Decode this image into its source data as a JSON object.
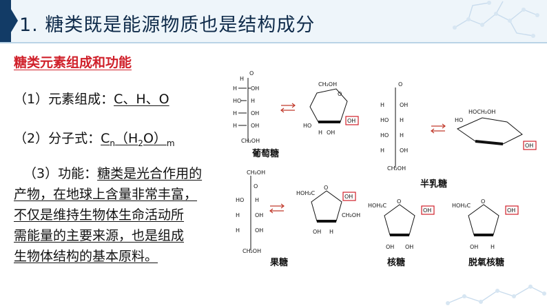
{
  "header": {
    "title": "1.  糖类既是能源物质也是结构成分"
  },
  "section": {
    "heading": "糖类元素组成和功能"
  },
  "items": {
    "elements": {
      "label": "（1）元素组成：",
      "value": "C、H、O"
    },
    "formula": {
      "label": "（2）分子式：",
      "c": "C",
      "n": "n",
      "paren_open": "（",
      "h": "H",
      "two": "2",
      "o": "O",
      "paren_close": "）",
      "m": "m"
    },
    "function": {
      "label": "（3）功能：",
      "lines": [
        "糖类是光合作用的",
        "产物，在地球上含量非常丰富，",
        "不仅是维持生物体生命活动所",
        "需能量的主要来源，也是组成",
        "生物体结构的基本原料。"
      ]
    }
  },
  "diagrams": {
    "glucose": "葡萄糖",
    "galactose": "半乳糖",
    "fructose": "果糖",
    "ribose": "核糖",
    "deoxyribose": "脱氧核糖"
  },
  "colors": {
    "accent": "#d0202a",
    "header_bg": "#eef5fa",
    "header_accent": "#123b66"
  }
}
